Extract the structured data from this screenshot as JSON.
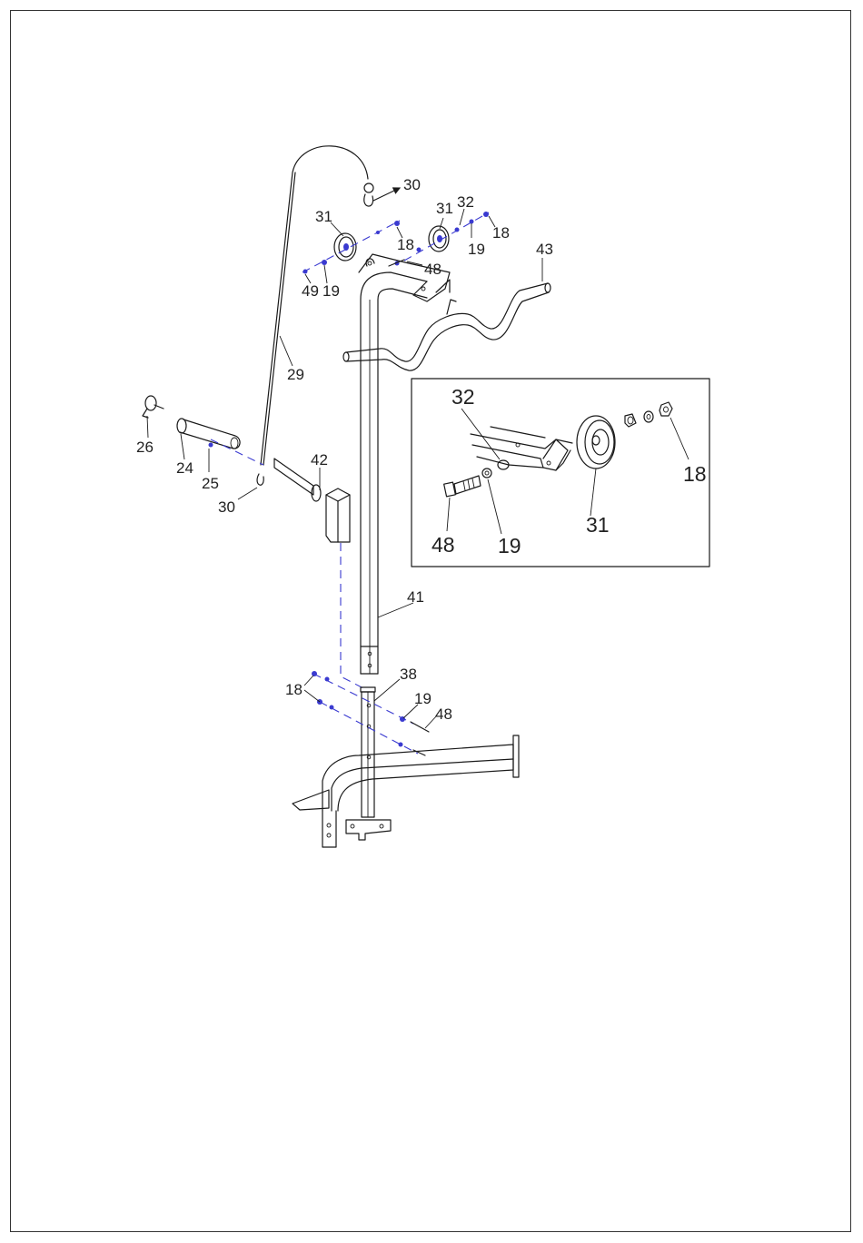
{
  "colors": {
    "ink": "#1a1a1a",
    "assembly_line": "#3a3ad0",
    "background": "#ffffff"
  },
  "labels": {
    "p30_top": "30",
    "p31_left": "31",
    "p31_right": "31",
    "p32_top": "32",
    "p18_a": "18",
    "p18_b": "18",
    "p19_a": "19",
    "p19_b": "19",
    "p49": "49",
    "p48_top": "48",
    "p43": "43",
    "p29": "29",
    "p26": "26",
    "p24": "24",
    "p25": "25",
    "p30_low": "30",
    "p42": "42",
    "p41": "41",
    "p38": "38",
    "p18_low": "18",
    "p19_low": "19",
    "p48_low": "48"
  },
  "detail": {
    "p32": "32",
    "p18": "18",
    "p31": "31",
    "p48": "48",
    "p19": "19"
  }
}
